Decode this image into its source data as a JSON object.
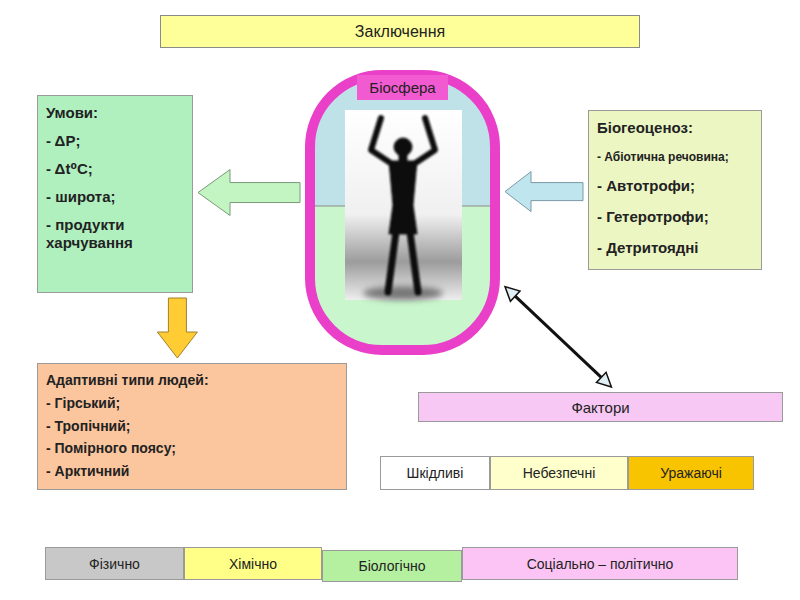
{
  "diagram": {
    "title": "Заключення",
    "nodes": [
      {
        "text": [
          "Біосфера"
        ]
      },
      {
        "text": [
          "Умови:",
          "- ΔP;",
          "- Δt⁰C;",
          "- широта;",
          "- продукти харчування"
        ]
      },
      {
        "text": [
          "Біогеоценоз:",
          "- Абіотична речовина;",
          "- Автотрофи;",
          "- Гетеротрофи;",
          "- Детритоядні"
        ]
      },
      {
        "text": [
          "Адаптивні типи людей:",
          "- Гірський;",
          "- Тропічний;",
          "- Помірного поясу;",
          "- Арктичний"
        ]
      },
      {
        "text": [
          "Фактори"
        ]
      },
      {
        "text": [
          "Шкідливі"
        ]
      },
      {
        "text": [
          "Небезпечні"
        ]
      },
      {
        "text": [
          "Уражаючі"
        ]
      },
      {
        "text": [
          "Фізично"
        ]
      },
      {
        "text": [
          "Хімічно"
        ]
      },
      {
        "text": [
          "Біологічно"
        ]
      },
      {
        "text": [
          "Соціально – політично"
        ]
      }
    ],
    "edges": [
      {
        "from": 0,
        "to": 1,
        "arrow": "to"
      },
      {
        "from": 2,
        "to": 0,
        "arrow": "to"
      },
      {
        "from": 1,
        "to": 3,
        "arrow": "to"
      },
      {
        "from": 0,
        "to": 4,
        "arrow": "both"
      }
    ]
  }
}
